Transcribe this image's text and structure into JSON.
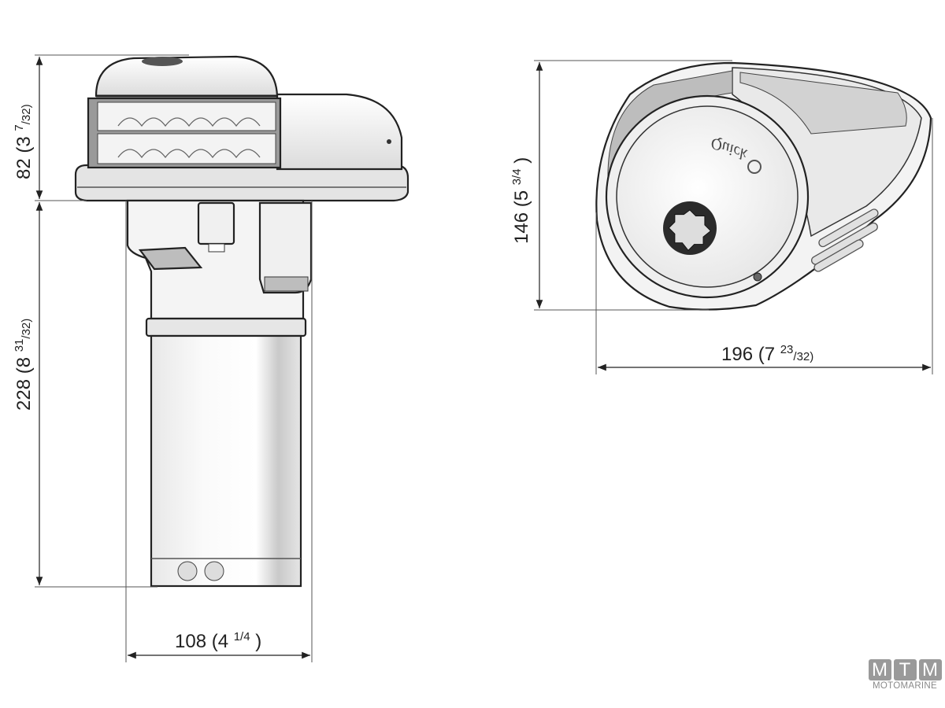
{
  "dimensions": {
    "top_height": {
      "main": "82 (3 ",
      "sup": "7",
      "frac": "/32)"
    },
    "body_height": {
      "main": "228 (8 ",
      "sup": "31",
      "frac": "/32)"
    },
    "body_width": {
      "main": "108 (4 ",
      "sup": "1/4",
      "frac": " )"
    },
    "deck_height": {
      "main": "146 (5 ",
      "sup": "3/4",
      "frac": " )"
    },
    "deck_width": {
      "main": "196 (7 ",
      "sup": "23",
      "frac": "/32)"
    }
  },
  "brand_mark": "Quick",
  "watermark": {
    "letters": [
      "M",
      "T",
      "M"
    ],
    "name": "MOTOMARINE"
  },
  "colors": {
    "outline": "#222222",
    "body": "#f2f2f2",
    "shade": "#b8b8b8",
    "logo": "#9a9a9a"
  }
}
